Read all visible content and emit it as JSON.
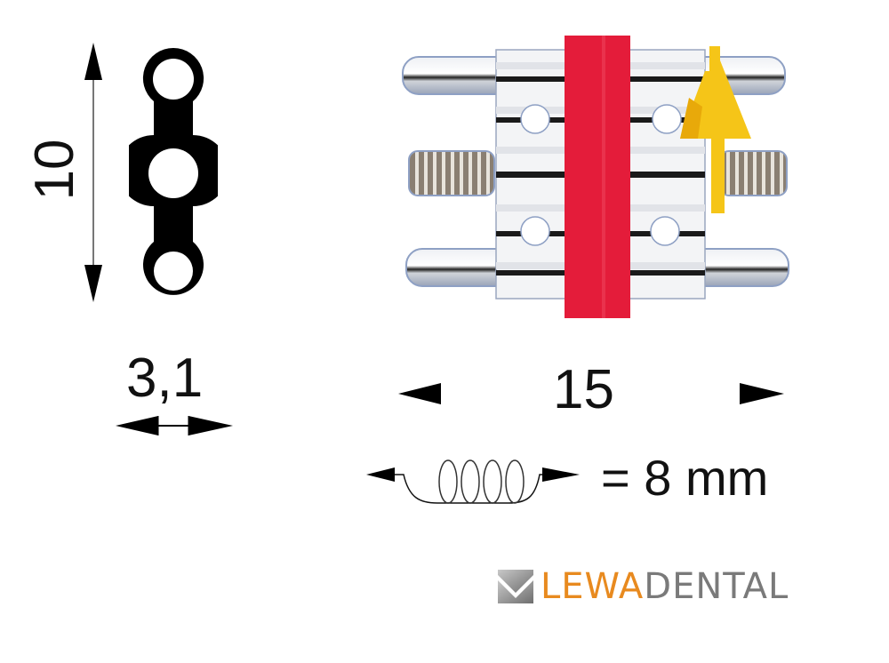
{
  "plate": {
    "height_label": "10",
    "width_label": "3,1",
    "holes": 3
  },
  "screw": {
    "length_label": "15",
    "expansion_label": "= 8 mm",
    "colors": {
      "red_bar": "#e41c3a",
      "yellow_arrow": "#f5c518",
      "metal": "#d9dde3"
    }
  },
  "logo": {
    "part1": "LEWA",
    "part2": "DENTAL",
    "color1": "#e88a1f",
    "color2": "#7a7a7a"
  }
}
